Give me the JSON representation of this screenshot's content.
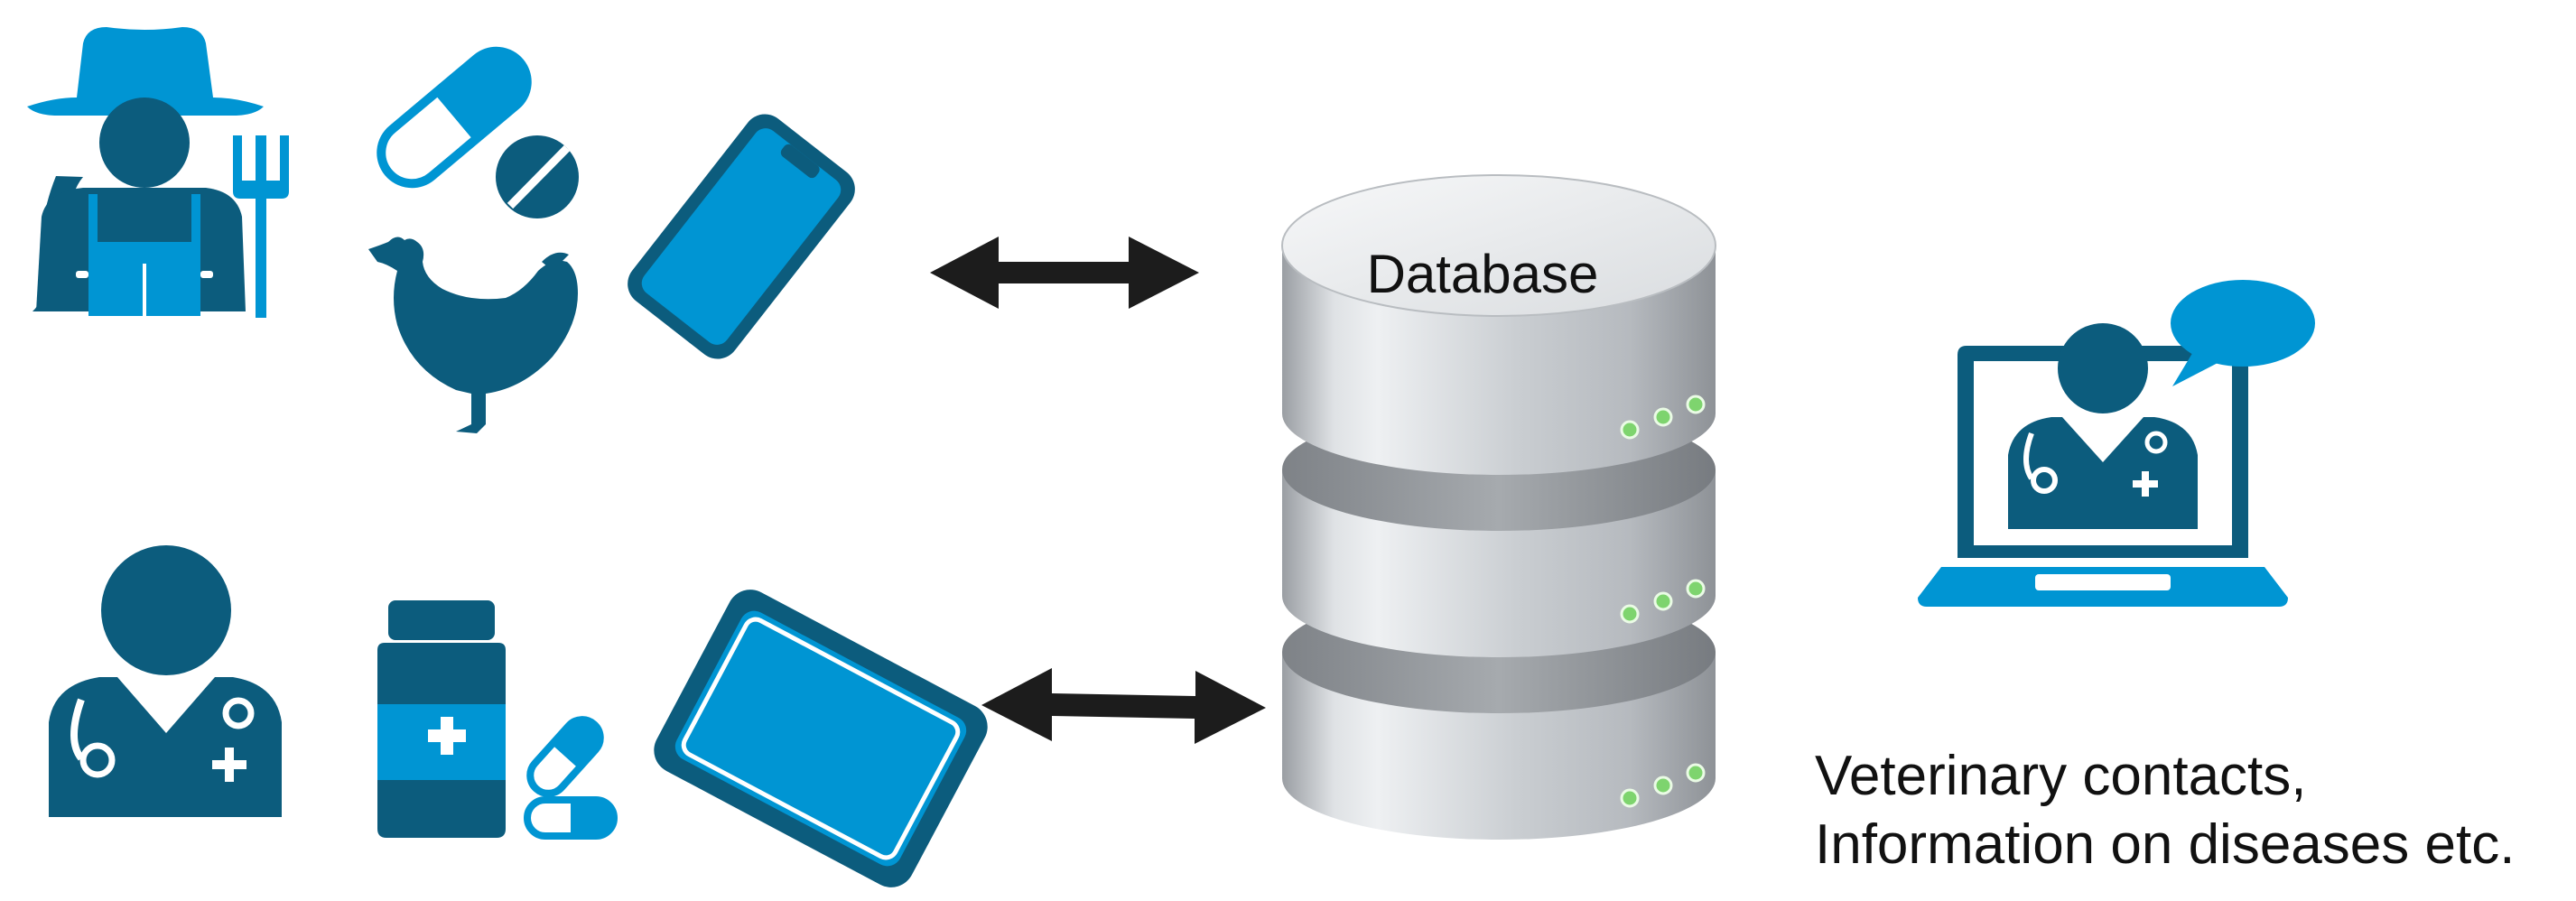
{
  "database": {
    "label": "Database",
    "layers": 3
  },
  "caption": {
    "line1": "Veterinary contacts,",
    "line2": "Information on diseases etc."
  },
  "connections": [
    {
      "from": "farmer-group",
      "to": "database",
      "direction": "bidirectional"
    },
    {
      "from": "veterinarian-group",
      "to": "database",
      "direction": "bidirectional"
    }
  ],
  "colors": {
    "light_blue": "#0095d3",
    "dark_teal": "#0c5c7d",
    "arrow": "#1c1c1c",
    "led": "#7ed46e"
  },
  "icons": {
    "farmer_group": [
      "farmer-icon",
      "pitchfork-icon",
      "capsule-icon",
      "pill-tablet-icon",
      "chicken-icon",
      "smartphone-icon"
    ],
    "veterinarian_group": [
      "veterinarian-icon",
      "medicine-bottle-icon",
      "capsules-icon",
      "tablet-icon"
    ],
    "remote": [
      "laptop-icon",
      "telehealth-doctor-icon",
      "speech-bubble-icon"
    ]
  }
}
